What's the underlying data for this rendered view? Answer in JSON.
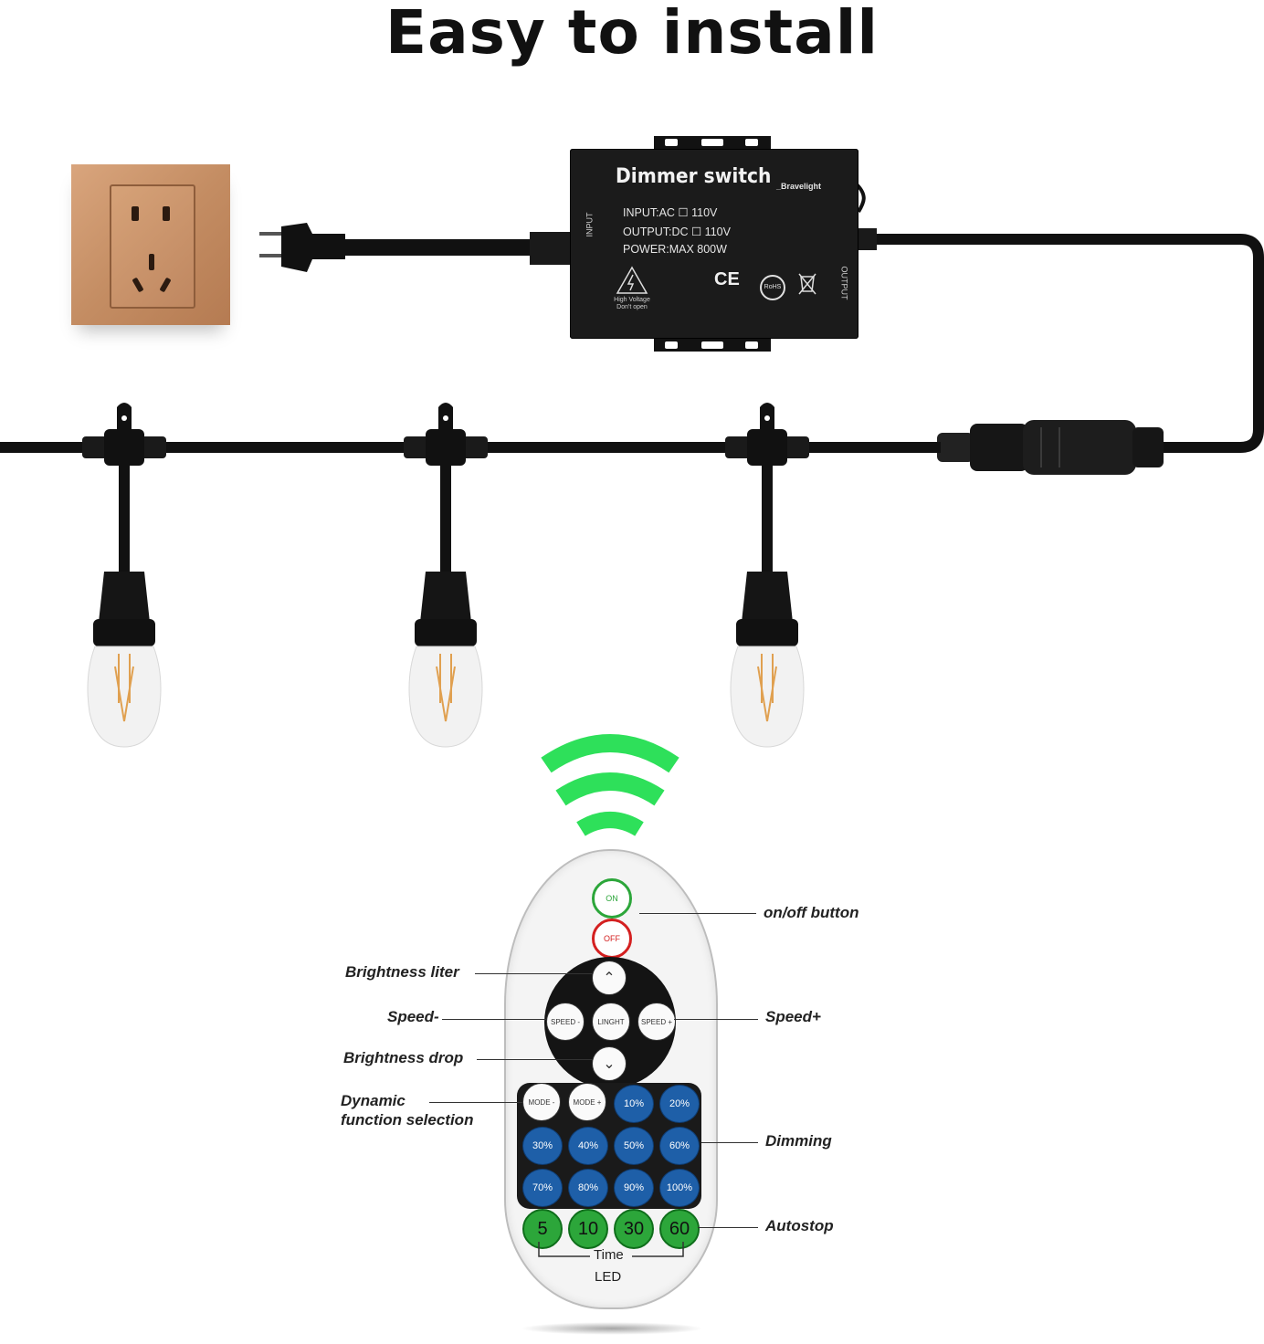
{
  "title": "Easy to install",
  "dimmer": {
    "title": "Dimmer switch",
    "brand": "_Bravelight",
    "input_spec": "INPUT:AC ☐ 110V",
    "output_spec": "OUTPUT:DC ☐ 110V",
    "power_spec": "POWER:MAX 800W",
    "side_input": "INPUT",
    "side_output": "OUTPUT",
    "warning": "High Voltage Don't open",
    "cert_ce": "CE",
    "cert_rohs": "RoHS"
  },
  "remote": {
    "on_label": "ON",
    "off_label": "OFF",
    "dial": {
      "speed_minus": "SPEED -",
      "speed_plus": "SPEED +",
      "center": "LINGHT"
    },
    "mode_minus": "MODE -",
    "mode_plus": "MODE +",
    "dimming_levels": [
      "10%",
      "20%",
      "30%",
      "40%",
      "50%",
      "60%",
      "70%",
      "80%",
      "90%",
      "100%"
    ],
    "autostop_times": [
      "5",
      "10",
      "30",
      "60"
    ],
    "time_label": "Time",
    "led_label": "LED"
  },
  "annotations": {
    "on_off": "on/off button",
    "brightness_liter": "Brightness liter",
    "speed_minus": "Speed-",
    "speed_plus": "Speed+",
    "brightness_drop": "Brightness drop",
    "dynamic_1": "Dynamic",
    "dynamic_2": "function selection",
    "dimming": "Dimming",
    "autostop": "Autostop"
  },
  "colors": {
    "signal_green": "#2ee05a",
    "on_green": "#2ca63a",
    "off_red": "#d42020",
    "dim_blue": "#1e5fa8"
  }
}
